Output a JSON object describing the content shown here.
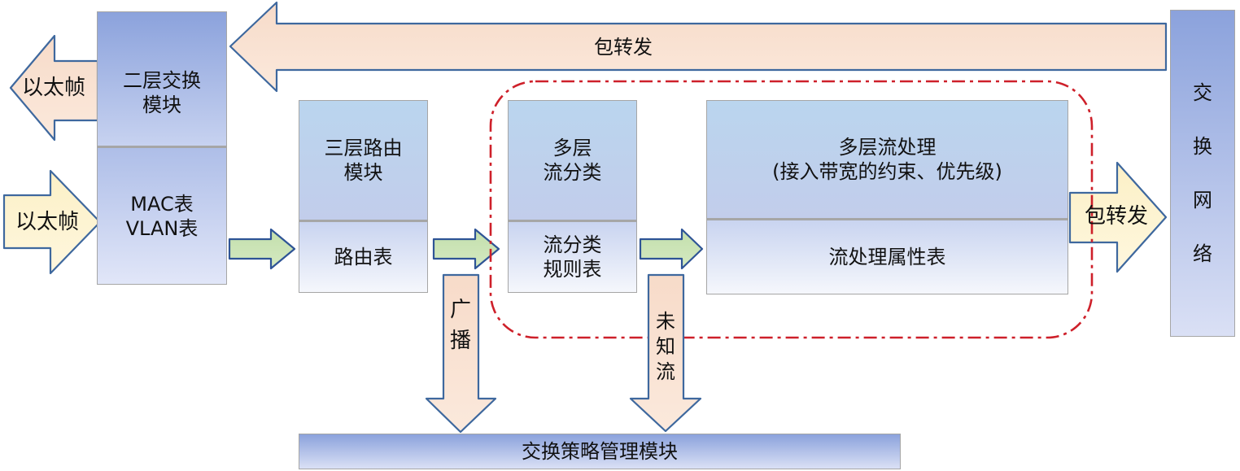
{
  "diagram": {
    "boxes": {
      "l2_switch": {
        "title": "二层交换\n模块",
        "table": "MAC表\nVLAN表"
      },
      "l3_route": {
        "title": "三层路由\n模块",
        "table": "路由表"
      },
      "flow_classify": {
        "title": "多层\n流分类",
        "table": "流分类\n规则表"
      },
      "flow_process": {
        "title": "多层流处理\n(接入带宽的约束、优先级)",
        "table": "流处理属性表"
      },
      "switch_network": {
        "title": "交\n换\n网\n络"
      },
      "policy_manager": {
        "title": "交换策略管理模块"
      }
    },
    "arrows": {
      "packet_forward_top": "包转发",
      "packet_forward_right": "包转发",
      "ethernet_out": "以太帧",
      "ethernet_in": "以太帧",
      "broadcast": "广\n播",
      "unknown_flow": "未\n知\n流"
    },
    "colors": {
      "box_periwinkle_dark": "#8BA2DC",
      "box_periwinkle_light": "#DAE0F5",
      "box_lightblue": "#BAD5EE",
      "box_border_gray": "#A6A6A6",
      "arrow_peach_fill": "#F8DFCF",
      "arrow_yellow_fill": "#FDF3CF",
      "arrow_green_fill": "#CBE4B4",
      "arrow_stroke_blue": "#3E689E",
      "arrow_stroke_green_border": "#2E5496",
      "dashed_boundary_red": "#CE202A",
      "text": "#111111"
    }
  }
}
